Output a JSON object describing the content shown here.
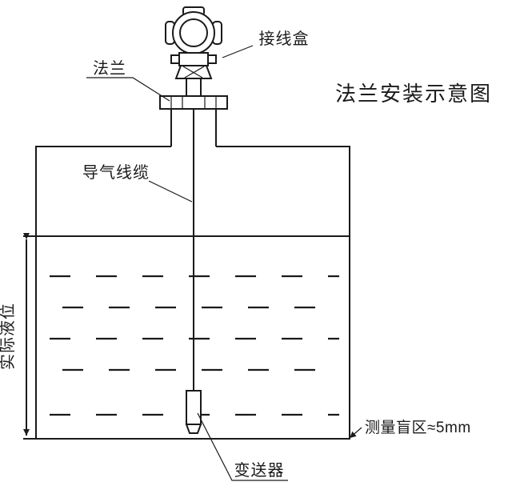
{
  "diagram": {
    "title": "法兰安装示意图",
    "labels": {
      "junction_box": "接线盒",
      "flange": "法兰",
      "air_cable": "导气线缆",
      "actual_level": "实际液位",
      "blind_zone": "测量盲区≈5mm",
      "transmitter": "变送器"
    },
    "colors": {
      "line": "#1a1a1a",
      "background": "#ffffff"
    }
  }
}
